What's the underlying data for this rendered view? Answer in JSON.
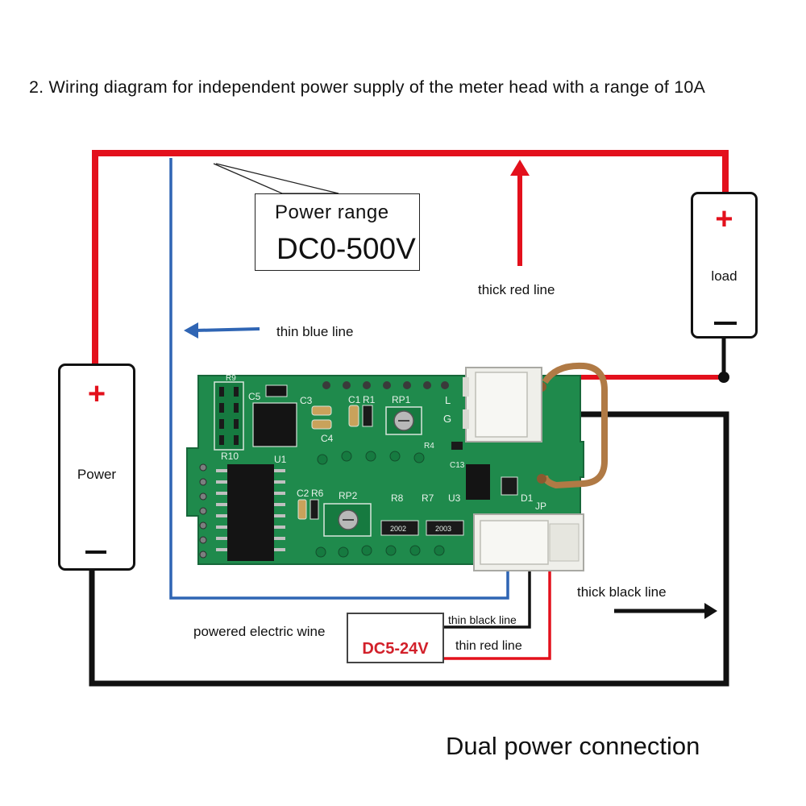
{
  "title": "2. Wiring diagram for independent power supply of the meter head with a range of 10A",
  "footer": "Dual power connection",
  "power_range": {
    "label": "Power range",
    "value": "DC0-500V"
  },
  "power": {
    "label": "Power",
    "plus": "+",
    "minus": "−"
  },
  "load": {
    "label": "load",
    "plus": "+",
    "minus": "−"
  },
  "labels": {
    "thick_red_line": "thick red line",
    "thin_blue_line": "thin blue line",
    "thick_black_line": "thick black line",
    "thin_black_line": "thin black line",
    "thin_red_line": "thin red line",
    "powered_electric_wire": "powered electric wine"
  },
  "supply": {
    "text": "DC5-24V"
  },
  "pcb_silkscreen": {
    "R9": "R9",
    "C5": "C5",
    "C3": "C3",
    "C1": "C1",
    "R1": "R1",
    "RP1": "RP1",
    "L": "L",
    "G": "G",
    "C4": "C4",
    "R4": "R4",
    "C13": "C13",
    "R10": "R10",
    "U1": "U1",
    "C2": "C2",
    "R6": "R6",
    "RP2": "RP2",
    "R8": "R8",
    "R7": "R7",
    "U3": "U3",
    "D1": "D1",
    "JP": "JP",
    "R2002": "2002",
    "R2003": "2003"
  },
  "colors": {
    "red_wire": "#e3101c",
    "blue_wire": "#2f65b4",
    "black_wire": "#111111",
    "pcb_green": "#1f8a4c",
    "connector": "#efefea",
    "copper_shunt": "#b07a45"
  }
}
